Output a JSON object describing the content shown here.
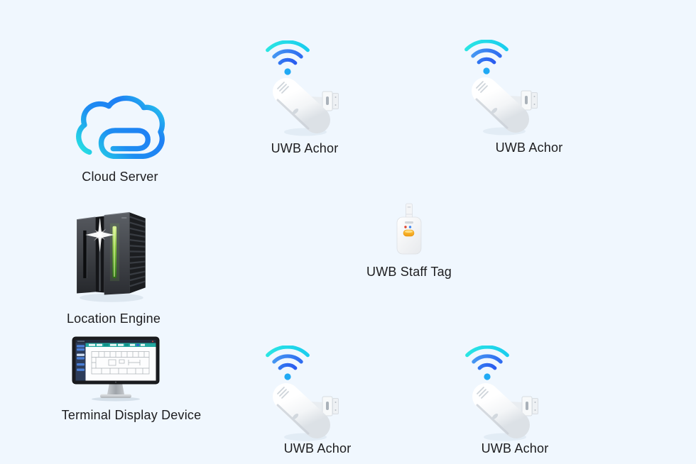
{
  "colors": {
    "background": "#f0f7fe",
    "label_text": "#1d1d1f",
    "wifi_arc_cyan": "#2ae2e4",
    "wifi_arc_blue": "#2f6cf0",
    "wifi_dot_blue": "#1fa9f4",
    "cloud_gradient_start": "#26dde4",
    "cloud_gradient_end": "#25c3ec",
    "cloud_blue": "#1e86f2",
    "server_led_green": "#6fbf3a",
    "monitor_toolbar_teal": "#23a8a0",
    "monitor_sidebar_navy": "#2d3c59",
    "device_white": "#ffffff",
    "tag_button_orange": "#f5a623",
    "tag_led_red": "#e0452f",
    "tag_led_blue": "#3f86f0"
  },
  "nodes": {
    "cloud_server": {
      "label": "Cloud Server",
      "icon": "cloud-icon"
    },
    "location_engine": {
      "label": "Location Engine",
      "icon": "server-icon"
    },
    "terminal_display": {
      "label": "Terminal Display Device",
      "icon": "monitor-icon"
    },
    "staff_tag": {
      "label": "UWB Staff Tag",
      "icon": "staff-tag-icon"
    },
    "anchor_top_left": {
      "label": "UWB Achor",
      "icon": "uwb-anchor-icon"
    },
    "anchor_top_right": {
      "label": "UWB Achor",
      "icon": "uwb-anchor-icon"
    },
    "anchor_bottom_left": {
      "label": "UWB Achor",
      "icon": "uwb-anchor-icon"
    },
    "anchor_bottom_right": {
      "label": "UWB Achor",
      "icon": "uwb-anchor-icon"
    }
  }
}
